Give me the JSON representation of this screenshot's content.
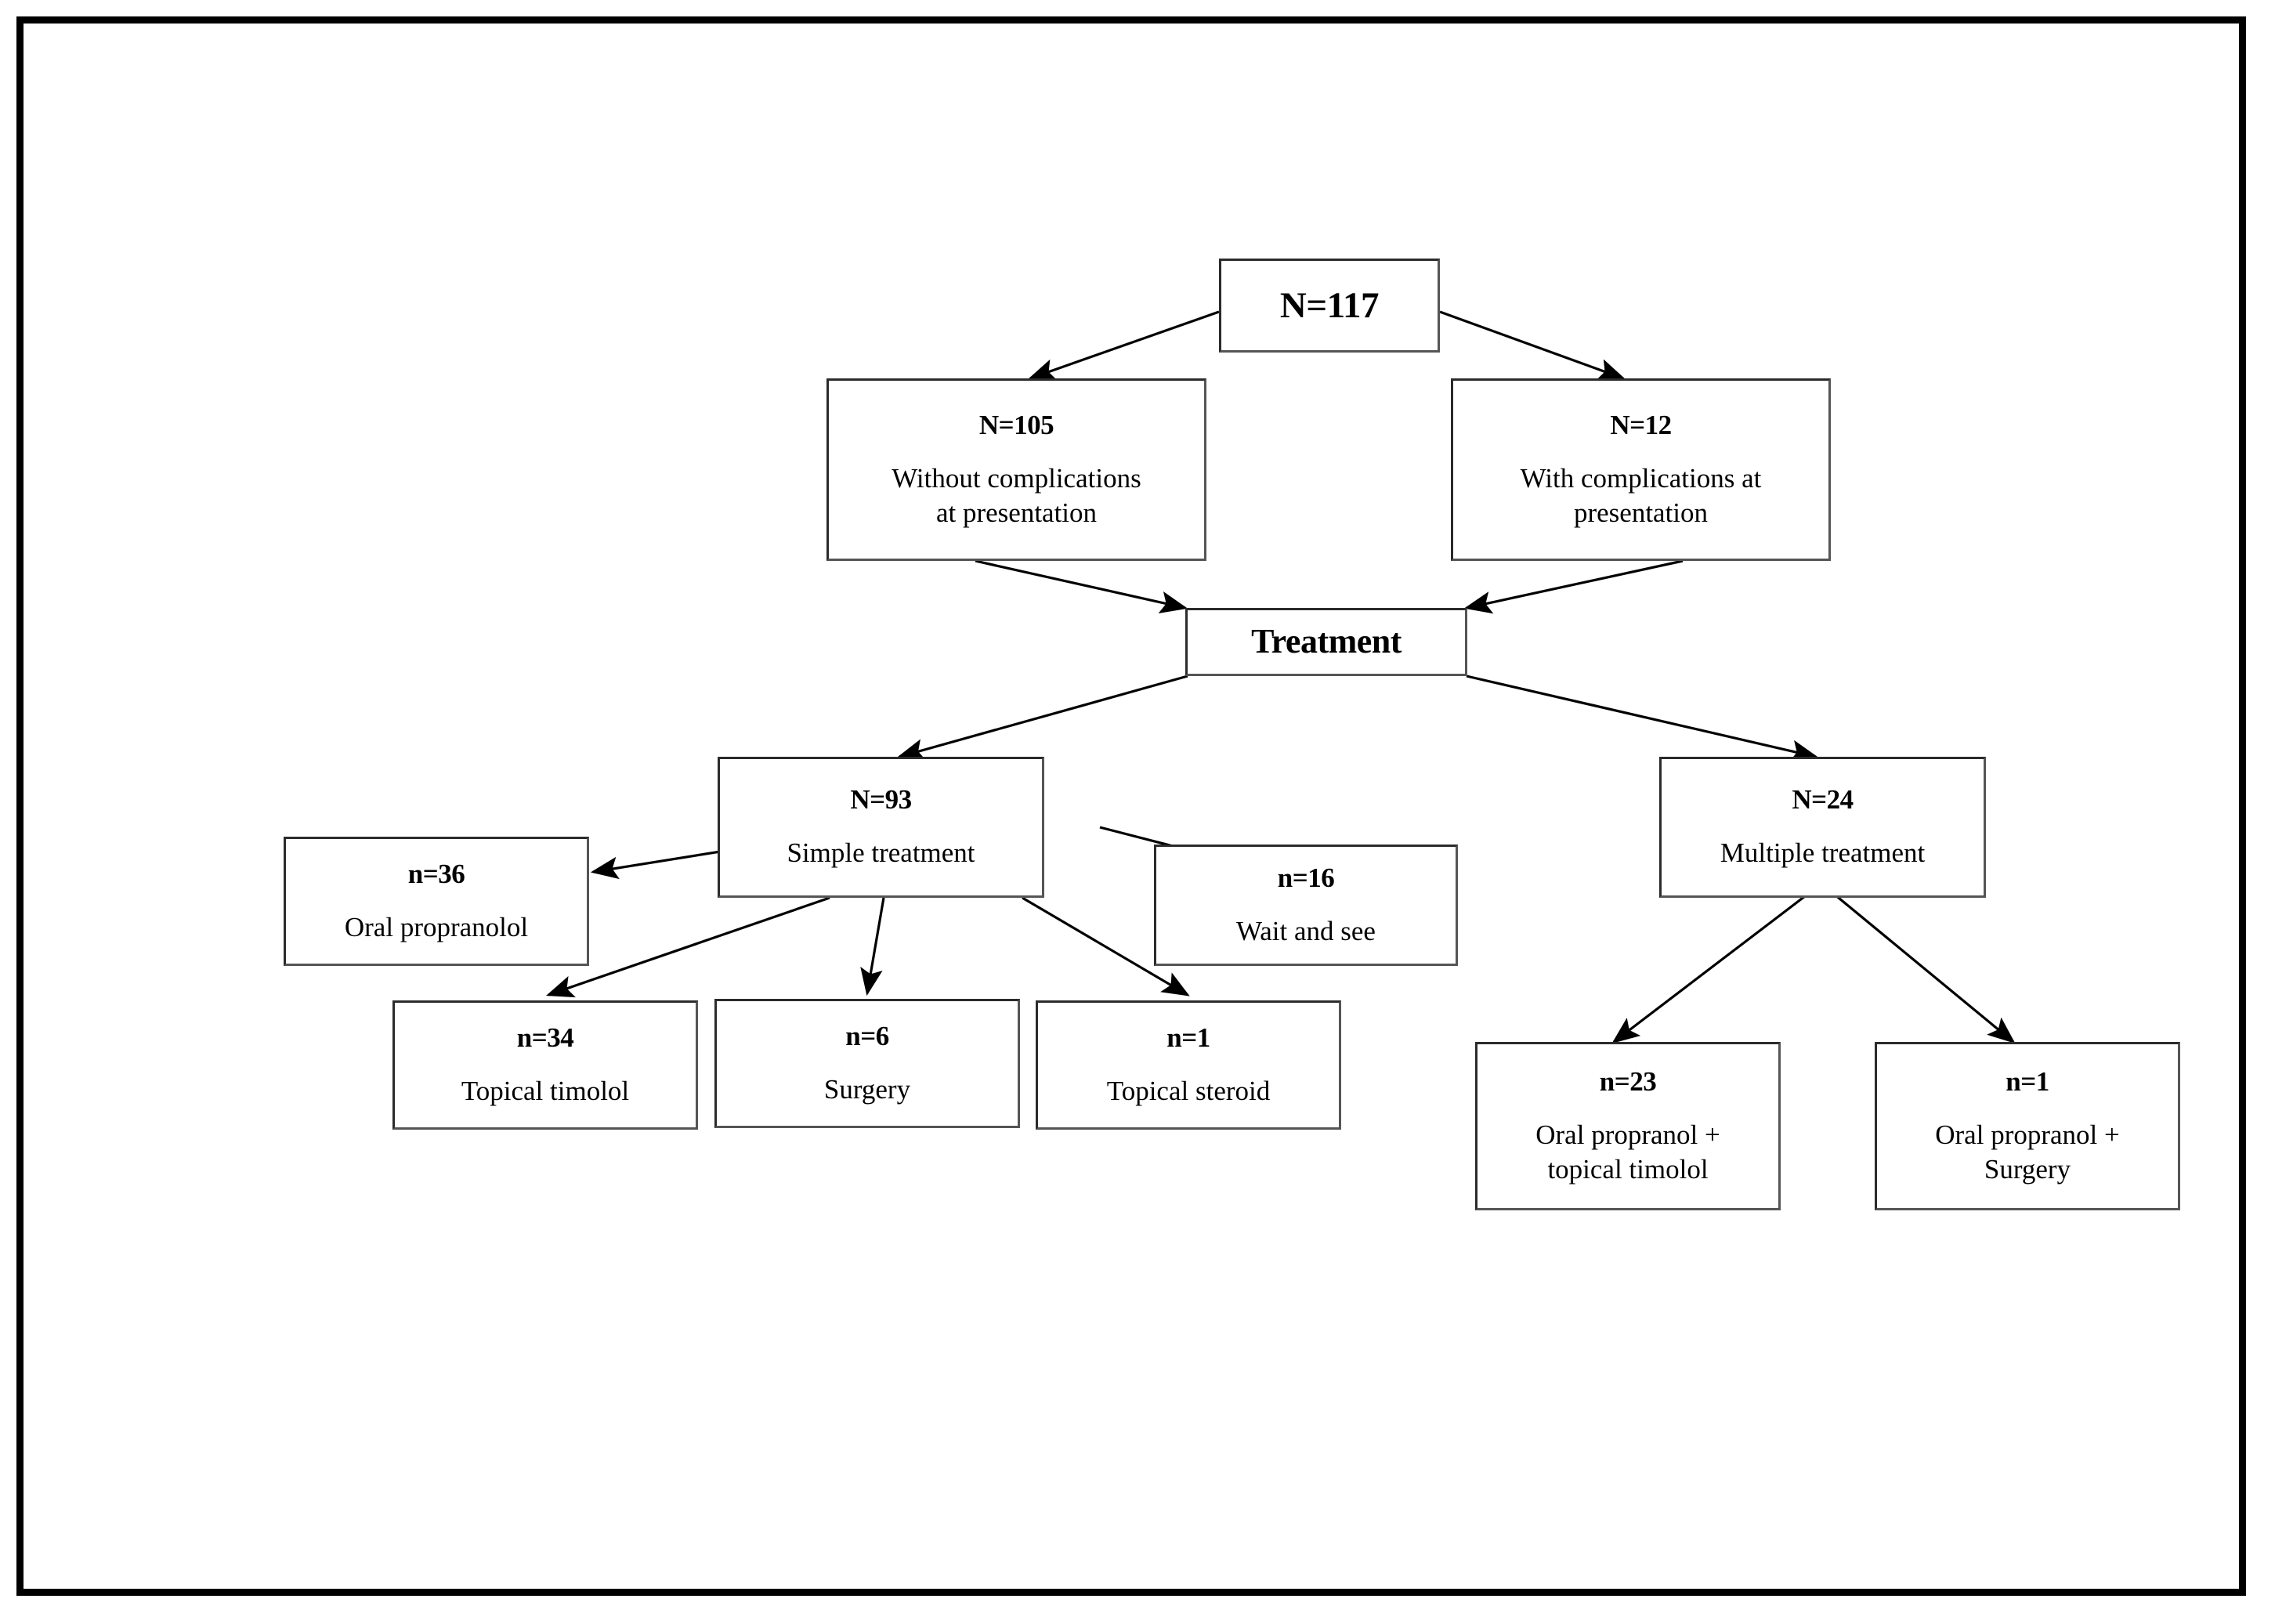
{
  "figure": {
    "type": "flowchart",
    "orientation": "top-down",
    "border_color": "#000000",
    "box_border_color": "#2b2b2b",
    "background": "#ffffff"
  },
  "nodes": {
    "root": {
      "count": "N=117",
      "label": ""
    },
    "without_complications": {
      "count": "N=105",
      "label": "Without complications\nat presentation"
    },
    "with_complications": {
      "count": "N=12",
      "label": "With complications at\npresentation"
    },
    "treatment": {
      "count": "Treatment",
      "label": ""
    },
    "simple_treatment": {
      "count": "N=93",
      "label": "Simple treatment"
    },
    "multiple_treatment": {
      "count": "N=24",
      "label": "Multiple treatment"
    },
    "oral_propranolol": {
      "count": "n=36",
      "label": "Oral propranolol"
    },
    "wait_and_see": {
      "count": "n=16",
      "label": "Wait and see"
    },
    "topical_timolol": {
      "count": "n=34",
      "label": "Topical timolol"
    },
    "surgery": {
      "count": "n=6",
      "label": "Surgery"
    },
    "topical_steroid": {
      "count": "n=1",
      "label": "Topical steroid"
    },
    "oral_plus_timolol": {
      "count": "n=23",
      "label": "Oral propranol +\ntopical timolol"
    },
    "oral_plus_surgery": {
      "count": "n=1",
      "label": "Oral propranol +\nSurgery"
    }
  },
  "edges": [
    {
      "from": "root",
      "to": "without_complications"
    },
    {
      "from": "root",
      "to": "with_complications"
    },
    {
      "from": "without_complications",
      "to": "treatment"
    },
    {
      "from": "with_complications",
      "to": "treatment"
    },
    {
      "from": "treatment",
      "to": "simple_treatment"
    },
    {
      "from": "treatment",
      "to": "multiple_treatment"
    },
    {
      "from": "simple_treatment",
      "to": "oral_propranolol"
    },
    {
      "from": "simple_treatment",
      "to": "wait_and_see"
    },
    {
      "from": "simple_treatment",
      "to": "topical_timolol"
    },
    {
      "from": "simple_treatment",
      "to": "surgery"
    },
    {
      "from": "simple_treatment",
      "to": "topical_steroid"
    },
    {
      "from": "multiple_treatment",
      "to": "oral_plus_timolol"
    },
    {
      "from": "multiple_treatment",
      "to": "oral_plus_surgery"
    }
  ]
}
